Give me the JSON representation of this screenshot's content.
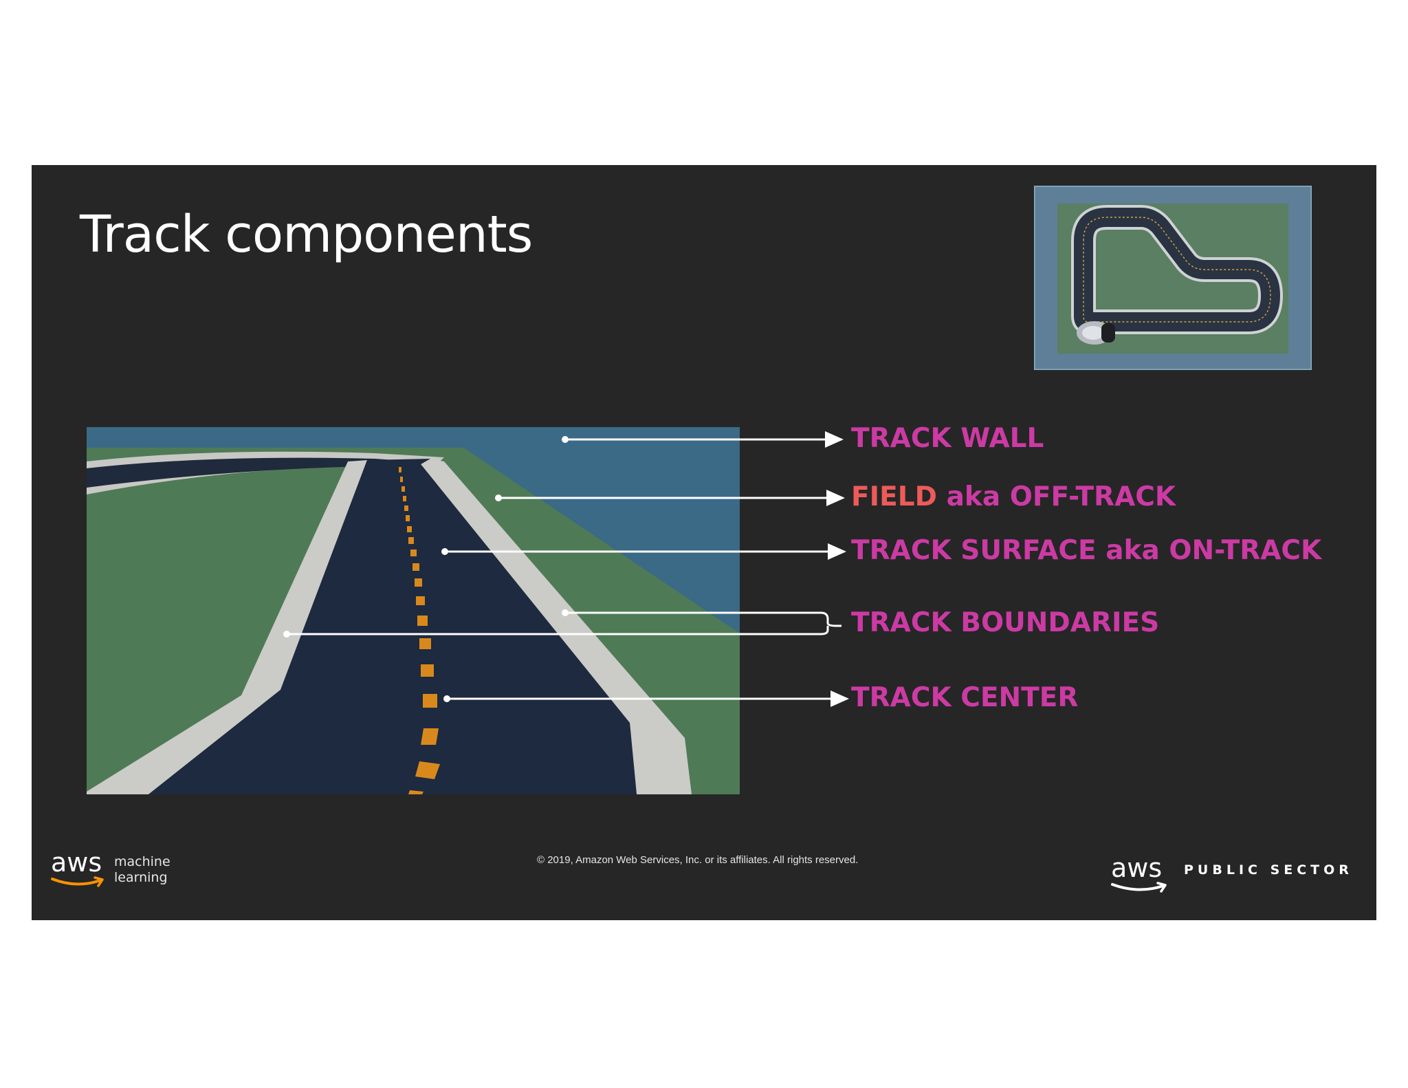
{
  "slide": {
    "title": "Track components",
    "copyright": "© 2019, Amazon Web Services, Inc. or its affiliates. All rights reserved."
  },
  "callouts": {
    "track_wall": "TRACK WALL",
    "field_highlight": "FIELD",
    "field_rest": " aka OFF-TRACK",
    "track_surface": "TRACK SURFACE aka ON-TRACK",
    "track_boundaries": "TRACK BOUNDARIES",
    "track_center": "TRACK CENTER"
  },
  "logos": {
    "left_brand": "aws",
    "left_product_line1": "machine",
    "left_product_line2": "learning",
    "right_brand": "aws",
    "right_product": "PUBLIC SECTOR"
  },
  "colors": {
    "slide_background": "#262626",
    "callout": "#cc3aa4",
    "callout_highlight": "#ee5a5a",
    "aws_smile": "#f79400"
  }
}
